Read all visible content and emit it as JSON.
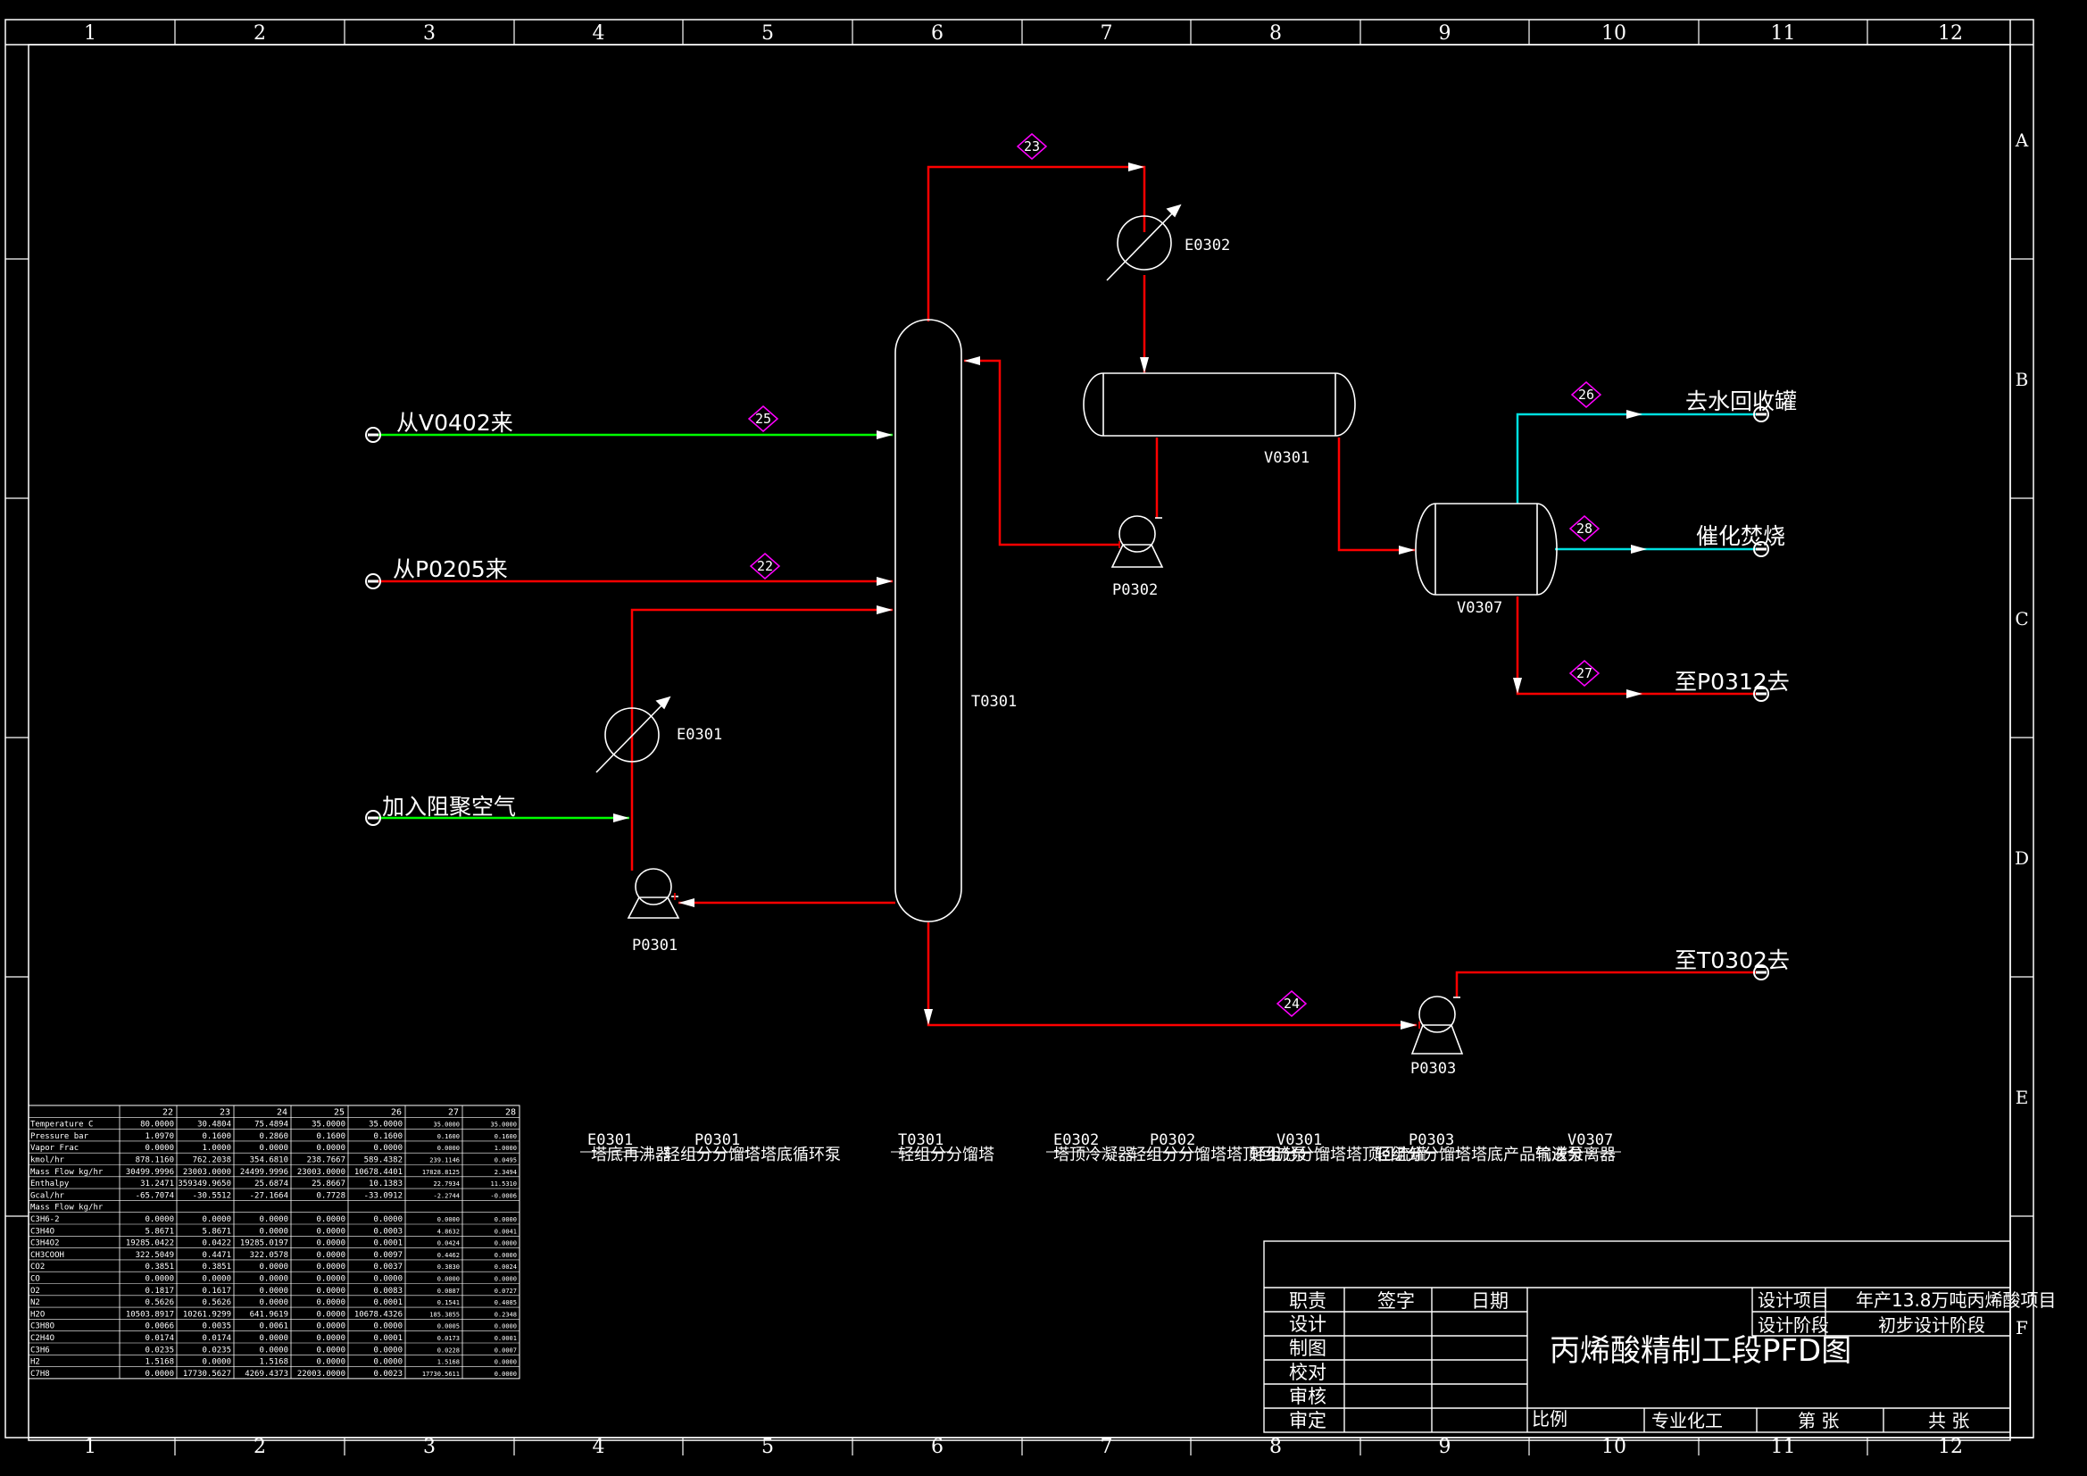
{
  "frame": {
    "top_cols": [
      "1",
      "2",
      "3",
      "4",
      "5",
      "6",
      "7",
      "8",
      "9",
      "10",
      "11",
      "12"
    ],
    "bottom_cols": [
      "1",
      "2",
      "3",
      "4",
      "5",
      "6",
      "7",
      "8",
      "9",
      "10",
      "11",
      "12"
    ],
    "right_rows": [
      "A",
      "B",
      "C",
      "D",
      "E",
      "F"
    ]
  },
  "equipment": {
    "t0301": "T0301",
    "e0301": "E0301",
    "e0302": "E0302",
    "v0301": "V0301",
    "v0307": "V0307",
    "p0301": "P0301",
    "p0302": "P0302",
    "p0303": "P0303"
  },
  "streams": {
    "s22": "22",
    "s23": "23",
    "s24": "24",
    "s25": "25",
    "s26": "26",
    "s27": "27",
    "s28": "28"
  },
  "terminals": {
    "from_v0402": "从V0402来",
    "from_p0205": "从P0205来",
    "add_air": "加入阻聚空气",
    "to_water": "去水回收罐",
    "to_incin": "催化焚烧",
    "to_p0312": "至P0312去",
    "to_t0302": "至T0302去"
  },
  "legend": [
    {
      "tag": "E0301",
      "desc": "塔底再沸器"
    },
    {
      "tag": "P0301",
      "desc": "轻组分分馏塔塔底循环泵"
    },
    {
      "tag": "T0301",
      "desc": "轻组分分馏塔"
    },
    {
      "tag": "E0302",
      "desc": "塔顶冷凝器"
    },
    {
      "tag": "P0302",
      "desc": "轻组分分馏塔塔顶回流泵"
    },
    {
      "tag": "V0301",
      "desc": "轻组分分馏塔塔顶回流罐"
    },
    {
      "tag": "P0303",
      "desc": "轻组分分馏塔塔底产品输送泵"
    },
    {
      "tag": "V0307",
      "desc": "气液分离器"
    }
  ],
  "stream_table": {
    "columns": [
      "22",
      "23",
      "24",
      "25",
      "26",
      "27",
      "28"
    ],
    "rows": [
      {
        "label": "Temperature C",
        "values": [
          "80.0000",
          "30.4804",
          "75.4894",
          "35.0000",
          "35.0000",
          "35.0000",
          "35.0000"
        ]
      },
      {
        "label": "Pressure bar",
        "values": [
          "1.0970",
          "0.1600",
          "0.2860",
          "0.1600",
          "0.1600",
          "0.1600",
          "0.1600"
        ]
      },
      {
        "label": "Vapor Frac",
        "values": [
          "0.0000",
          "1.0000",
          "0.0000",
          "0.0000",
          "0.0000",
          "0.0000",
          "1.0000"
        ]
      },
      {
        "label": "kmol/hr",
        "values": [
          "878.1160",
          "762.2038",
          "354.6810",
          "238.7667",
          "589.4382",
          "239.1146",
          "0.0495"
        ]
      },
      {
        "label": "Mass Flow kg/hr",
        "values": [
          "30499.9996",
          "23003.0000",
          "24499.9996",
          "23003.0000",
          "10678.4401",
          "17828.8125",
          "2.3494"
        ]
      },
      {
        "label": "Enthalpy",
        "values": [
          "31.2471",
          "359349.9650",
          "25.6874",
          "25.8667",
          "10.1383",
          "22.7934",
          "11.5310"
        ]
      },
      {
        "label": "Gcal/hr",
        "values": [
          "-65.7074",
          "-30.5512",
          "-27.1664",
          "0.7728",
          "-33.0912",
          "-2.2744",
          "-0.0006"
        ]
      },
      {
        "label": "Mass Flow kg/hr",
        "values": [
          "",
          "",
          "",
          "",
          "",
          "",
          ""
        ]
      },
      {
        "label": "C3H6-2",
        "values": [
          "0.0000",
          "0.0000",
          "0.0000",
          "0.0000",
          "0.0000",
          "0.0000",
          "0.0000"
        ]
      },
      {
        "label": "C3H4O",
        "values": [
          "5.8671",
          "5.8671",
          "0.0000",
          "0.0000",
          "0.0003",
          "4.8632",
          "0.0041"
        ]
      },
      {
        "label": "C3H4O2",
        "values": [
          "19285.0422",
          "0.0422",
          "19285.0197",
          "0.0000",
          "0.0001",
          "0.0424",
          "0.0000"
        ]
      },
      {
        "label": "CH3COOH",
        "values": [
          "322.5049",
          "0.4471",
          "322.0578",
          "0.0000",
          "0.0097",
          "0.4462",
          "0.0000"
        ]
      },
      {
        "label": "CO2",
        "values": [
          "0.3851",
          "0.3851",
          "0.0000",
          "0.0000",
          "0.0037",
          "0.3830",
          "0.0024"
        ]
      },
      {
        "label": "CO",
        "values": [
          "0.0000",
          "0.0000",
          "0.0000",
          "0.0000",
          "0.0000",
          "0.0000",
          "0.0000"
        ]
      },
      {
        "label": "O2",
        "values": [
          "0.1817",
          "0.1617",
          "0.0000",
          "0.0000",
          "0.0083",
          "0.0887",
          "0.0727"
        ]
      },
      {
        "label": "N2",
        "values": [
          "0.5626",
          "0.5626",
          "0.0000",
          "0.0000",
          "0.0001",
          "0.1541",
          "0.4085"
        ]
      },
      {
        "label": "H2O",
        "values": [
          "10503.8917",
          "10261.9299",
          "641.9619",
          "0.0000",
          "10678.4326",
          "185.3855",
          "0.2348"
        ]
      },
      {
        "label": "C3H8O",
        "values": [
          "0.0066",
          "0.0035",
          "0.0061",
          "0.0000",
          "0.0000",
          "0.0005",
          "0.0000"
        ]
      },
      {
        "label": "C2H4O",
        "values": [
          "0.0174",
          "0.0174",
          "0.0000",
          "0.0000",
          "0.0001",
          "0.0173",
          "0.0001"
        ]
      },
      {
        "label": "C3H6",
        "values": [
          "0.0235",
          "0.0235",
          "0.0000",
          "0.0000",
          "0.0000",
          "0.0228",
          "0.0007"
        ]
      },
      {
        "label": "H2",
        "values": [
          "1.5168",
          "0.0000",
          "1.5168",
          "0.0000",
          "0.0000",
          "1.5168",
          "0.0000"
        ]
      },
      {
        "label": "C7H8",
        "values": [
          "0.0000",
          "17730.5627",
          "4269.4373",
          "22003.0000",
          "0.0023",
          "17730.5611",
          "0.0000"
        ]
      }
    ]
  },
  "title_block": {
    "role_header": "职责",
    "sign_header": "签字",
    "date_header": "日期",
    "roles": [
      "设计",
      "制图",
      "校对",
      "审核",
      "审定"
    ],
    "drawing_title": "丙烯酸精制工段PFD图",
    "project_label": "设计项目",
    "project_value": "年产13.8万吨丙烯酸项目",
    "stage_label": "设计阶段",
    "stage_value": "初步设计阶段",
    "scale_label": "比例",
    "major_label": "专业化工",
    "sheet_no_label": "第 张",
    "sheet_total_label": "共 张"
  },
  "colors": {
    "red_line": "#ff0000",
    "green_line": "#00ff00",
    "cyan_line": "#00e0e0",
    "symbol": "#ffffff",
    "stream_diamond": "#ff00ff"
  }
}
